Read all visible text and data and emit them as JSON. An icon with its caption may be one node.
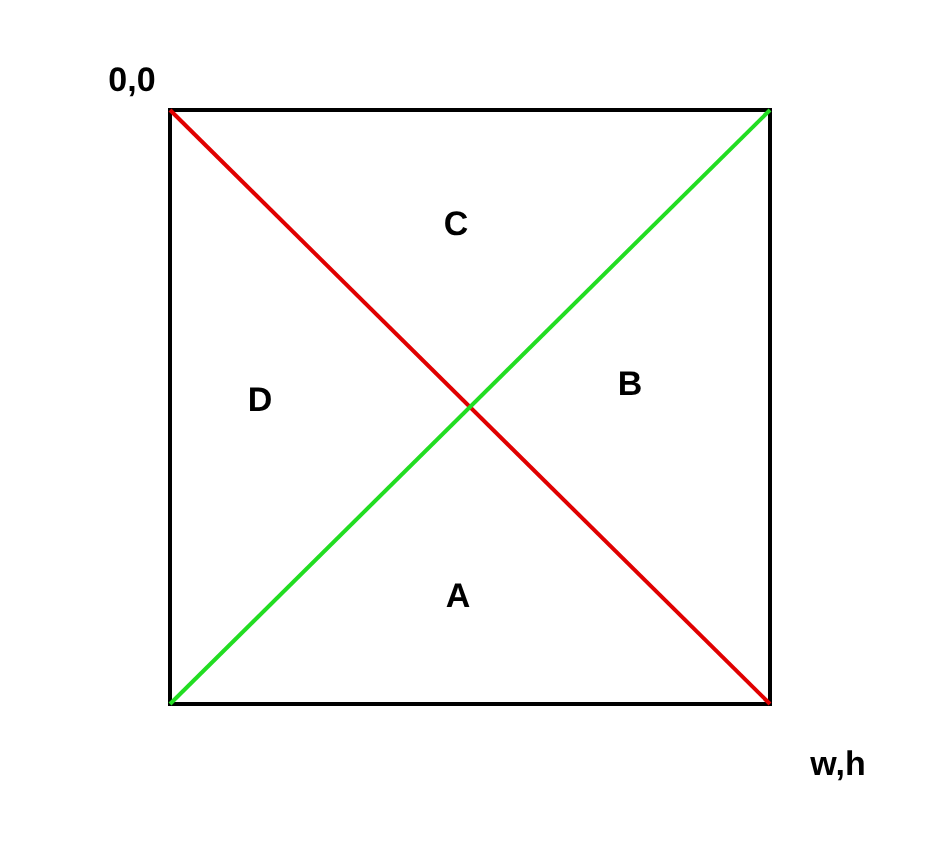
{
  "diagram": {
    "labels": [
      "0,0",
      "C",
      "D",
      "B",
      "A",
      "w,h"
    ]
  }
}
